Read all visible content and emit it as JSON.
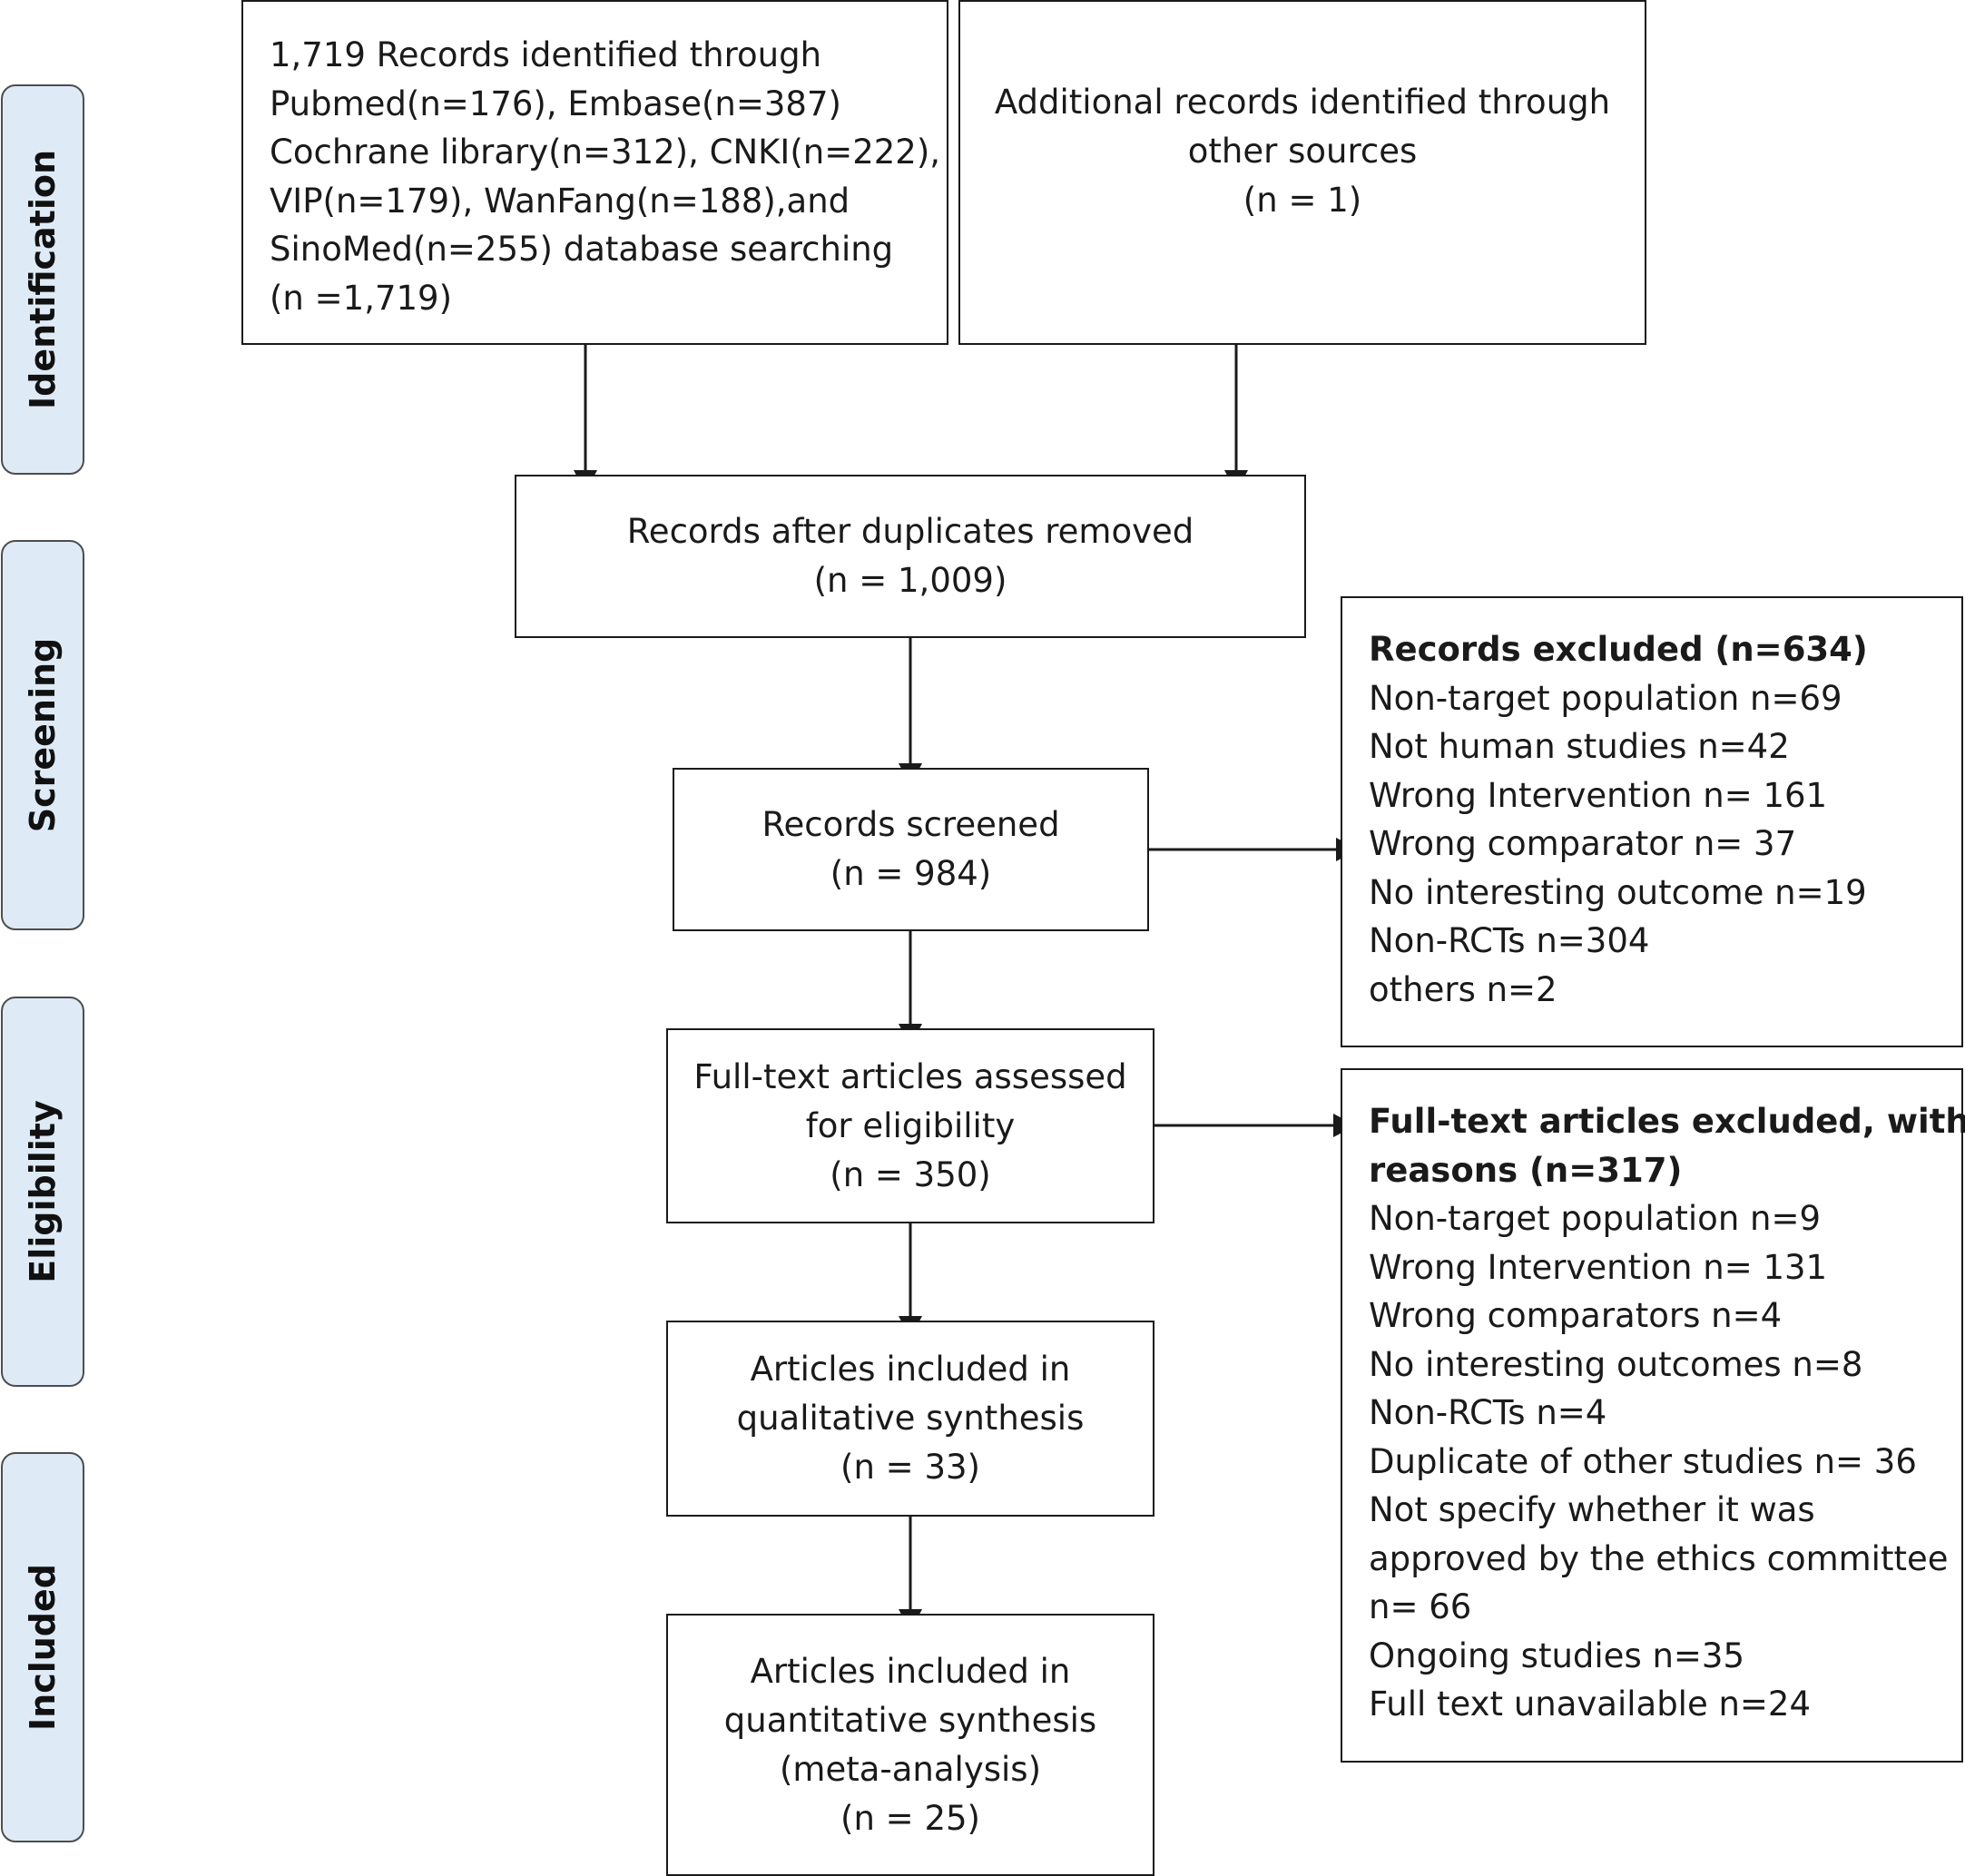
{
  "stages": {
    "identification": "Identification",
    "screening": "Screening",
    "eligibility": "Eligibility",
    "included": "Included"
  },
  "boxes": {
    "database_search": [
      "1,719 Records identified through",
      "Pubmed(n=176), Embase(n=387)",
      "Cochrane library(n=312), CNKI(n=222),",
      "VIP(n=179), WanFang(n=188),and",
      "SinoMed(n=255) database searching",
      "(n =1,719)"
    ],
    "other_sources": [
      "Additional records identified through",
      "other sources",
      "(n = 1)"
    ],
    "after_duplicates": [
      "Records after duplicates removed",
      "(n = 1,009)"
    ],
    "screened": [
      "Records screened",
      "(n = 984)"
    ],
    "full_text_assessed": [
      "Full-text articles assessed",
      "for eligibility",
      "(n = 350)"
    ],
    "qualitative": [
      "Articles included in",
      "qualitative synthesis",
      "(n = 33)"
    ],
    "quantitative": [
      "Articles included in",
      "quantitative synthesis",
      "(meta-analysis)",
      "(n = 25)"
    ]
  },
  "records_excluded": {
    "title": "Records excluded (n=634)",
    "items": [
      "Non-target population n=69",
      "Not human studies n=42",
      "Wrong Intervention n= 161",
      "Wrong comparator n= 37",
      "No interesting outcome n=19",
      "Non-RCTs n=304",
      "others n=2"
    ]
  },
  "fulltext_excluded": {
    "title_lines": [
      "Full-text articles excluded, with",
      "reasons (n=317)"
    ],
    "items": [
      "Non-target population n=9",
      "Wrong Intervention n= 131",
      "Wrong comparators n=4",
      "No interesting outcomes n=8",
      "Non-RCTs n=4",
      "Duplicate of other studies n= 36",
      "Not specify whether it was",
      "approved by the ethics committee",
      "n= 66",
      "Ongoing studies n=35",
      "Full text unavailable n=24"
    ]
  }
}
